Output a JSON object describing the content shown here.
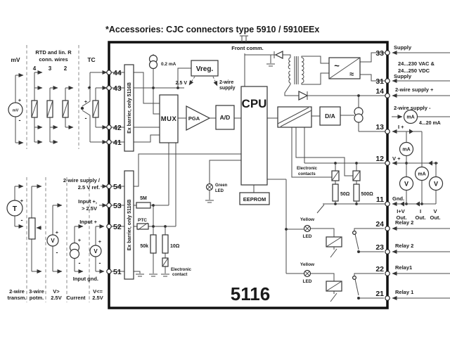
{
  "title": "*Accessories: CJC connectors type 5910 / 5910EEx",
  "model": "5116",
  "front_comm": "Front comm.",
  "sym": {
    "plus": "+",
    "minus": "-"
  },
  "top_inputs": {
    "mv": "mV",
    "rtd_line1": "RTD and lin. R",
    "rtd_line2": "conn. wires",
    "tc": "TC",
    "wire4": "4",
    "wire3": "3",
    "wire2": "2",
    "star": "*",
    "mv_meter": "mV"
  },
  "bottom_inputs": {
    "t_meter": "T",
    "v_meter": "V",
    "label_54a": "2-wire supply /",
    "label_54b": "2.5 V ref.",
    "label_53a": "Input +,",
    "label_53b": "> 2.5V",
    "label_52": "Input +",
    "label_51": "Input gnd.",
    "col1a": "2-wire",
    "col1b": "transm.",
    "col2a": "3-wire",
    "col2b": "potm.",
    "col3a": "V>",
    "col3b": "2.5V",
    "col4": "Current",
    "col5a": "V<=",
    "col5b": "2.5V"
  },
  "terminals": {
    "t44": "44",
    "t43": "43",
    "t42": "42",
    "t41": "41",
    "t54": "54",
    "t53": "53",
    "t52": "52",
    "t51": "51",
    "t33": "33",
    "t31": "31",
    "t14": "14",
    "t13": "13",
    "t12": "12",
    "t11": "11",
    "t24": "24",
    "t23": "23",
    "t22": "22",
    "t21": "21"
  },
  "blocks": {
    "barrier": "Ex barrier, only 5116B",
    "mux": "MUX",
    "pga": "PGA",
    "ad": "A/D",
    "cpu": "CPU",
    "eeprom": "EEPROM",
    "da": "D/A",
    "vreg": "Vreg.",
    "ac": "~",
    "dc": "≈"
  },
  "internals": {
    "cs": "0.2 mA",
    "vref": "2.5 V",
    "tws1": "2-wire",
    "tws2": "supply",
    "green1": "Green",
    "green2": "LED",
    "yellow": "Yellow",
    "led": "LED",
    "r5m": "5M",
    "ptc": "PTC",
    "r50k": "50k",
    "r10": "10Ω",
    "r50": "50Ω",
    "r500": "500Ω",
    "ec1": "Electronic",
    "ec2": "contact",
    "ecs1": "Electronic",
    "ecs2": "contacts"
  },
  "right": {
    "supply": "Supply",
    "vac": "24...230 VAC &",
    "vdc": "24...250 VDC",
    "tws_plus": "2-wire supply +",
    "tws_minus": "2-wire supply -",
    "range": "4...20 mA",
    "i_plus": "I +",
    "v_plus": "V +",
    "gnd": "Gnd.",
    "out1a": "I+V",
    "out1b": "Out.",
    "out2a": "I",
    "out2b": "Out.",
    "out3a": "V",
    "out3b": "Out.",
    "relay_2": "Relay 2",
    "relay_1s": "Relay1",
    "relay_1": "Relay 1",
    "ma": "mA",
    "v": "V"
  }
}
